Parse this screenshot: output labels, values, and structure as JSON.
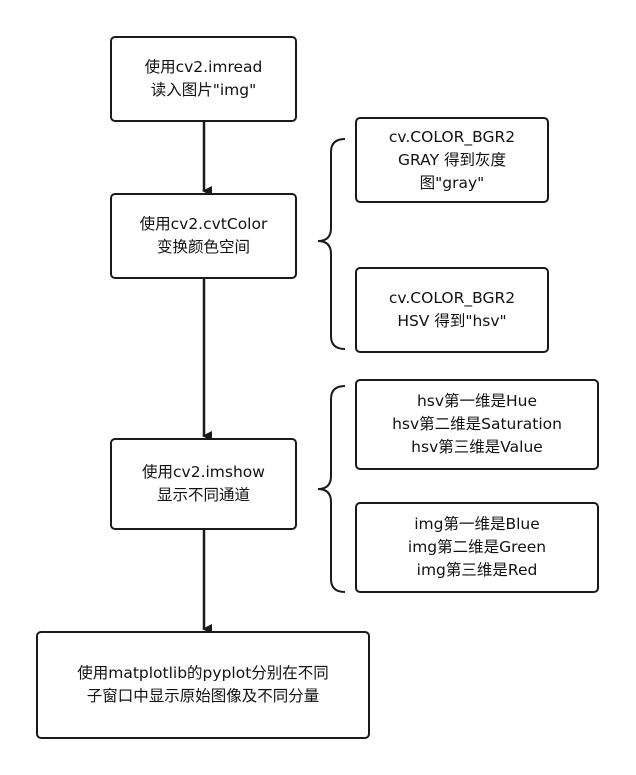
{
  "flow": {
    "step1": {
      "line1": "使用cv2.imread",
      "line2": "读入图片\"img\""
    },
    "step2": {
      "line1": "使用cv2.cvtColor",
      "line2": "变换颜色空间"
    },
    "step3": {
      "line1": "使用cv2.imshow",
      "line2": "显示不同通道"
    },
    "step4": {
      "line1": "使用matplotlib的pyplot分别在不同",
      "line2": "子窗口中显示原始图像及不同分量"
    }
  },
  "notes": {
    "gray": {
      "line1": "cv.COLOR_BGR2",
      "line2": "GRAY 得到灰度",
      "line3": "图\"gray\""
    },
    "hsv": {
      "line1": "cv.COLOR_BGR2",
      "line2": "HSV 得到\"hsv\""
    },
    "hsv_channels": {
      "line1": "hsv第一维是Hue",
      "line2": "hsv第二维是Saturation",
      "line3": "hsv第三维是Value"
    },
    "img_channels": {
      "line1": "img第一维是Blue",
      "line2": "img第二维是Green",
      "line3": "img第三维是Red"
    }
  },
  "colors": {
    "stroke": "#1a1a1a",
    "background": "#ffffff",
    "text": "#111111"
  }
}
